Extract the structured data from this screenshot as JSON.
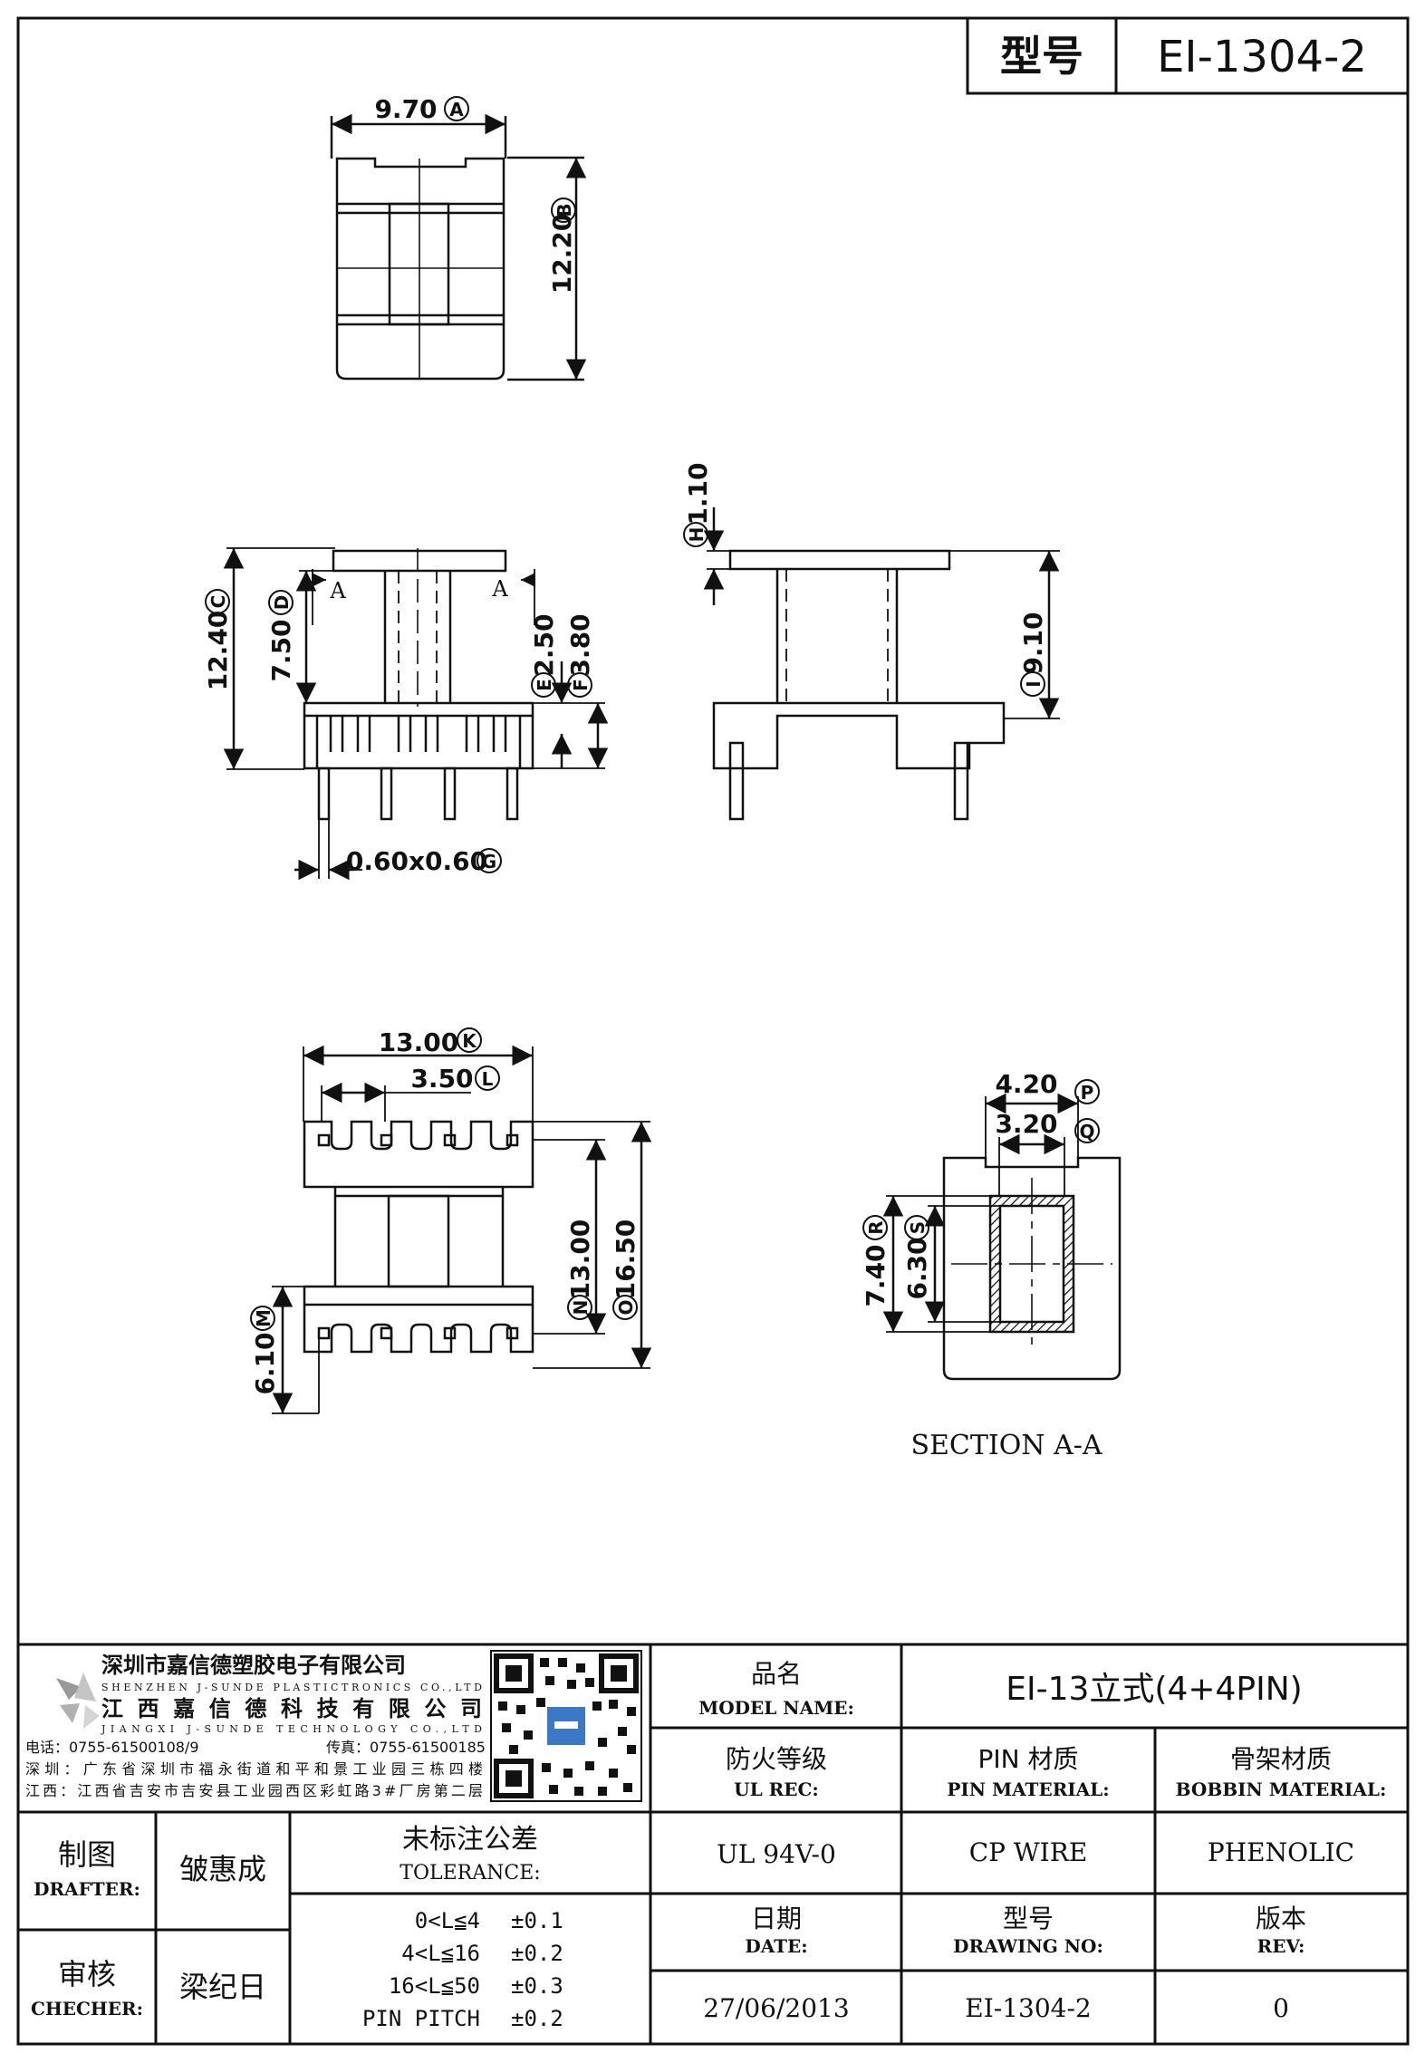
{
  "title_block": {
    "model_label": "型号",
    "model_value": "EI-1304-2"
  },
  "top_view": {
    "dim_a": "9.70",
    "dim_a_letter": "A",
    "dim_b": "12.20",
    "dim_b_letter": "B"
  },
  "front_view": {
    "dim_c": "12.40",
    "dim_c_letter": "C",
    "dim_d": "7.50",
    "dim_d_letter": "D",
    "dim_e": "2.50",
    "dim_e_letter": "E",
    "dim_f": "3.80",
    "dim_f_letter": "F",
    "dim_g": "0.60x0.60",
    "dim_g_letter": "G",
    "section_mark": "A"
  },
  "side_view": {
    "dim_h": "1.10",
    "dim_h_letter": "H",
    "dim_i": "9.10",
    "dim_i_letter": "I"
  },
  "bottom_view": {
    "dim_k": "13.00",
    "dim_k_letter": "K",
    "dim_l": "3.50",
    "dim_l_letter": "L",
    "dim_m": "6.10",
    "dim_m_letter": "M",
    "dim_n": "13.00",
    "dim_n_letter": "N",
    "dim_o": "16.50",
    "dim_o_letter": "O"
  },
  "section_view": {
    "dim_p": "4.20",
    "dim_p_letter": "P",
    "dim_q": "3.20",
    "dim_q_letter": "Q",
    "dim_r": "7.40",
    "dim_r_letter": "R",
    "dim_s": "6.30",
    "dim_s_letter": "S",
    "caption": "SECTION A-A"
  },
  "company": {
    "name_cn_1": "深圳市嘉信德塑胶电子有限公司",
    "name_en_1": "SHENZHEN J-SUNDE PLASTICTRONICS CO.,LTD",
    "name_cn_2": "江西嘉信德科技有限公司",
    "name_en_2": "JIANGXI J-SUNDE TECHNOLOGY CO.,LTD",
    "phone": "电话：0755-61500108/9",
    "fax": "传真：0755-61500185",
    "addr_sz": "深圳：广东省深圳市福永街道和平和景工业园三栋四楼",
    "addr_jx": "江西：江西省吉安市吉安县工业园西区彩虹路3#厂房第二层"
  },
  "info": {
    "model_name_cn": "品名",
    "model_name_en": "MODEL NAME:",
    "model_name_value": "EI-13立式(4+4PIN)",
    "ul_cn": "防火等级",
    "ul_en": "UL REC:",
    "pin_cn": "PIN 材质",
    "pin_en": "PIN MATERIAL:",
    "bobbin_cn": "骨架材质",
    "bobbin_en": "BOBBIN MATERIAL:",
    "ul_value": "UL 94V-0",
    "pin_value": "CP WIRE",
    "bobbin_value": "PHENOLIC",
    "date_cn": "日期",
    "date_en": "DATE:",
    "drawing_cn": "型号",
    "drawing_en": "DRAWING NO:",
    "rev_cn": "版本",
    "rev_en": "REV:",
    "date_value": "27/06/2013",
    "drawing_value": "EI-1304-2",
    "rev_value": "0"
  },
  "staff": {
    "drafter_cn": "制图",
    "drafter_en": "DRAFTER:",
    "drafter_name": "皱惠成",
    "checker_cn": "审核",
    "checker_en": "CHECHER:",
    "checker_name": "梁纪日"
  },
  "tolerance": {
    "title_cn": "未标注公差",
    "title_en": "TOLERANCE:",
    "rows": [
      {
        "range": "0<L≦4",
        "value": "±0.1"
      },
      {
        "range": "4<L≦16",
        "value": "±0.2"
      },
      {
        "range": "16<L≦50",
        "value": "±0.3"
      },
      {
        "range": "PIN PITCH",
        "value": "±0.2"
      }
    ]
  }
}
